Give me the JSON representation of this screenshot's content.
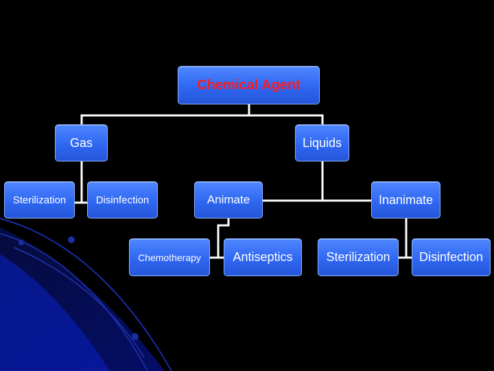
{
  "diagram": {
    "root": {
      "label": "Chemical Agent"
    },
    "gas": {
      "label": "Gas"
    },
    "liquids": {
      "label": "Liquids"
    },
    "gas_sterilization": {
      "label": "Sterilization"
    },
    "gas_disinfection": {
      "label": "Disinfection"
    },
    "animate": {
      "label": "Animate"
    },
    "inanimate": {
      "label": "Inanimate"
    },
    "chemotherapy": {
      "label": "Chemotherapy"
    },
    "antiseptics": {
      "label": "Antiseptics"
    },
    "inanimate_sterilization": {
      "label": "Sterilization"
    },
    "inanimate_disinfection": {
      "label": "Disinfection"
    }
  },
  "colors": {
    "background": "#000000",
    "node_fill": "#3a72f5",
    "root_text": "#ff1a1a",
    "node_text": "#ffffff",
    "connector": "#ffffff",
    "decor_curves": "#0a1a7a"
  }
}
